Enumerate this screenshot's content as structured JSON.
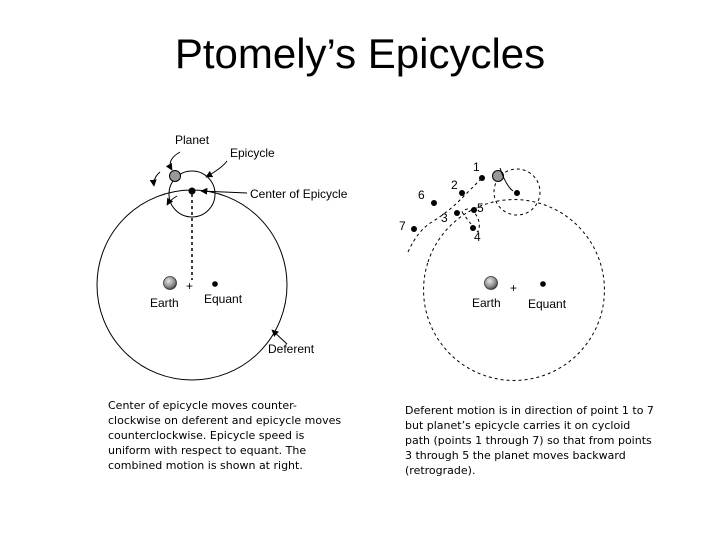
{
  "slide": {
    "title": "Ptomely’s Epicycles"
  },
  "left_diagram": {
    "labels": {
      "planet": "Planet",
      "epicycle": "Epicycle",
      "center_of_epicycle": "Center of Epicycle",
      "earth": "Earth",
      "equant": "Equant",
      "deferent": "Deferent",
      "cross": "+"
    },
    "caption": "Center of epicycle moves counter-clockwise on deferent and epicycle moves counterclockwise. Epicycle speed is uniform with respect to equant. The combined motion is shown at right."
  },
  "right_diagram": {
    "labels": {
      "earth": "Earth",
      "equant": "Equant",
      "cross": "+"
    },
    "points": [
      "1",
      "2",
      "3",
      "4",
      "5",
      "6",
      "7"
    ],
    "caption": "Deferent motion is in direction of point 1 to 7 but planet’s epicycle carries it on cycloid path (points 1 through 7) so that from points 3 through 5 the planet moves backward (retrograde)."
  }
}
